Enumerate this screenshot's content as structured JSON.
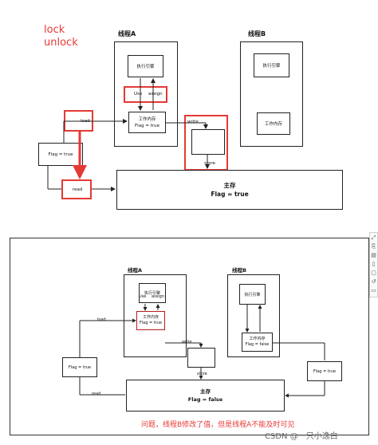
{
  "top": {
    "lock_label": "lock",
    "unlock_label": "unlock",
    "thread_a_title": "线程A",
    "thread_b_title": "线程B",
    "exec_engine_a": "执行引擎",
    "exec_engine_b": "执行引擎",
    "use": "Use",
    "assign": "assign",
    "work_mem_a_line1": "工作内存",
    "work_mem_a_line2": "Flag = true",
    "work_mem_b": "工作内存",
    "load": "load",
    "flag_true": "Flag = true",
    "read": "read",
    "write": "write",
    "store": "store",
    "main_mem_title": "主存",
    "main_mem_flag": "Flag = true"
  },
  "bottom": {
    "thread_a_title": "线程A",
    "thread_b_title": "线程B",
    "exec_engine_a": "执行引擎",
    "exec_engine_b": "执行引擎",
    "use": "Use",
    "assign": "assign",
    "work_mem_a_line1": "工作内存",
    "work_mem_a_line2": "Flag = true",
    "work_mem_b_line1": "工作内存",
    "work_mem_b_line2": "Flag = false",
    "load": "load",
    "flag_true_left": "Flag = true",
    "flag_true_right": "Flag = true",
    "read": "read",
    "write": "write",
    "store": "store",
    "main_mem_title": "主存",
    "main_mem_flag": "Flag = false",
    "caption": "问题，线程B修改了值，但是线程A不能及时可见"
  },
  "watermark": "CSDN @一只小逸白",
  "colors": {
    "accent_red": "#e53935",
    "line": "#222222"
  }
}
